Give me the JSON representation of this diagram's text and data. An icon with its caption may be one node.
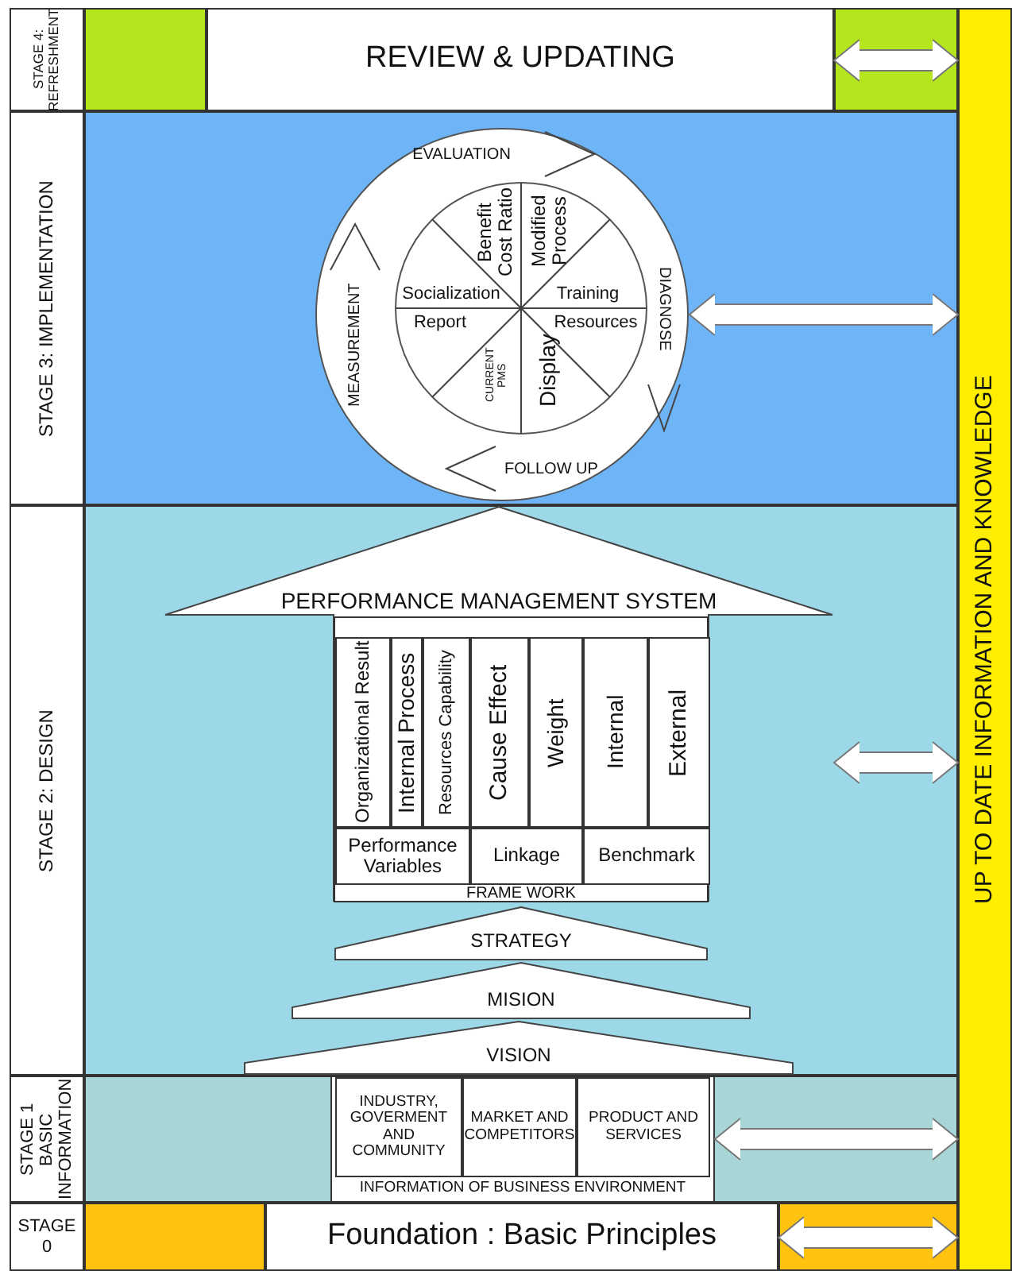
{
  "diagram": {
    "nodes": [
      {
        "text": [
          "STAGE 4: REFRESHMENT"
        ]
      },
      {
        "text": [
          "REVIEW & UPDATING"
        ]
      },
      {
        "text": [
          "STAGE 3: IMPLEMENTATION"
        ]
      },
      {
        "text": [],
        "shape": "circle"
      },
      {
        "text": [
          "EVALUATION"
        ],
        "in": 3
      },
      {
        "text": [
          "DIAGNOSE"
        ],
        "in": 3
      },
      {
        "text": [
          "FOLLOW UP"
        ],
        "in": 3
      },
      {
        "text": [
          "MEASUREMENT"
        ],
        "in": 3
      },
      {
        "text": [],
        "shape": "circle",
        "in": 3
      },
      {
        "text": [
          "Benefit Cost Ratio"
        ],
        "in": 8
      },
      {
        "text": [
          "Modified Process"
        ],
        "in": 8
      },
      {
        "text": [
          "Training"
        ],
        "in": 8
      },
      {
        "text": [
          "Resources"
        ],
        "in": 8
      },
      {
        "text": [
          "Display"
        ],
        "in": 8
      },
      {
        "text": [
          "CURRENT PMS"
        ],
        "in": 8
      },
      {
        "text": [
          "Report"
        ],
        "in": 8
      },
      {
        "text": [
          "Socialization"
        ],
        "in": 8
      },
      {
        "text": [
          "STAGE 2: DESIGN"
        ]
      },
      {
        "text": [
          "PERFORMANCE MANAGEMENT SYSTEM"
        ]
      },
      {
        "text": [
          "FRAME WORK"
        ],
        "in": 18
      },
      {
        "text": [
          "Organizational Result"
        ],
        "in": 19
      },
      {
        "text": [
          "Internal Process"
        ],
        "in": 19
      },
      {
        "text": [
          "Resources Capability"
        ],
        "in": 19
      },
      {
        "text": [
          "Cause Effect"
        ],
        "in": 19
      },
      {
        "text": [
          "Weight"
        ],
        "in": 19
      },
      {
        "text": [
          "Internal"
        ],
        "in": 19
      },
      {
        "text": [
          "External"
        ],
        "in": 19
      },
      {
        "text": [
          "Performance Variables"
        ],
        "in": 19
      },
      {
        "text": [
          "Linkage"
        ],
        "in": 19
      },
      {
        "text": [
          "Benchmark"
        ],
        "in": 19
      },
      {
        "text": [
          "STRATEGY"
        ]
      },
      {
        "text": [
          "MISION"
        ]
      },
      {
        "text": [
          "VISION"
        ]
      },
      {
        "text": [
          "STAGE 1 BASIC INFORMATION"
        ]
      },
      {
        "text": [
          "INFORMATION OF BUSINESS ENVIRONMENT"
        ]
      },
      {
        "text": [
          "INDUSTRY, GOVERMENT AND COMMUNITY"
        ],
        "in": 34
      },
      {
        "text": [
          "MARKET AND COMPETITORS"
        ],
        "in": 34
      },
      {
        "text": [
          "PRODUCT AND SERVICES"
        ],
        "in": 34
      },
      {
        "text": [
          "STAGE 0"
        ]
      },
      {
        "text": [
          "Foundation : Basic Principles"
        ]
      },
      {
        "text": [
          "UP TO DATE INFORMATION AND KNOWLEDGE"
        ]
      }
    ],
    "edges": [
      {
        "from": 1,
        "to": 40,
        "arrow": "both"
      },
      {
        "from": 3,
        "to": 40,
        "arrow": "both"
      },
      {
        "from": 18,
        "to": 40,
        "arrow": "both"
      },
      {
        "from": 34,
        "to": 40,
        "arrow": "both"
      },
      {
        "from": 39,
        "to": 40,
        "arrow": "both"
      }
    ]
  }
}
